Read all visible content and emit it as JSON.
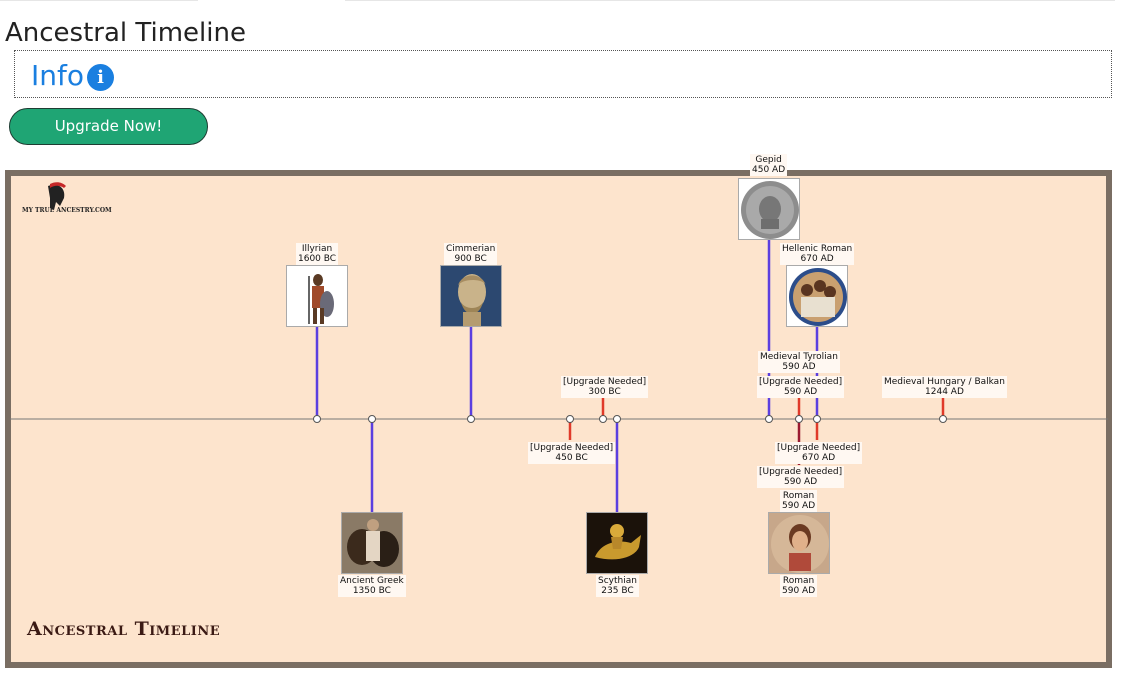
{
  "page": {
    "title": "Ancestral Timeline",
    "info_label": "Info",
    "upgrade_label": "Upgrade Now!"
  },
  "timeline": {
    "logo_text": "MY TRUE ANCESTRY.COM",
    "brand_footer": "Ancestral Timeline",
    "colors": {
      "background": "#fde4cd",
      "frame": "#7a6e63",
      "era_line": "#5b3fe0",
      "upgrade_line": "#e03a2a"
    },
    "events": [
      {
        "name": "Illyrian",
        "date": "1600 BC",
        "locked": false,
        "position": "above",
        "image": "warrior-figure"
      },
      {
        "name": "Ancient Greek",
        "date": "1350 BC",
        "locked": false,
        "position": "below",
        "image": "greek-warrior"
      },
      {
        "name": "Cimmerian",
        "date": "900 BC",
        "locked": false,
        "position": "above",
        "image": "bust-statue"
      },
      {
        "name": "[Upgrade Needed]",
        "date": "450 BC",
        "locked": true,
        "position": "below"
      },
      {
        "name": "[Upgrade Needed]",
        "date": "300 BC",
        "locked": true,
        "position": "above"
      },
      {
        "name": "Scythian",
        "date": "235 BC",
        "locked": false,
        "position": "below",
        "image": "golden-horseman"
      },
      {
        "name": "Gepid",
        "date": "450 AD",
        "locked": false,
        "position": "above",
        "image": "silver-coin"
      },
      {
        "name": "Medieval Tyrolian",
        "date": "590 AD",
        "locked": false,
        "position": "above"
      },
      {
        "name": "[Upgrade Needed]",
        "date": "590 AD",
        "locked": true,
        "position": "above"
      },
      {
        "name": "[Upgrade Needed]",
        "date": "590 AD",
        "locked": true,
        "position": "below"
      },
      {
        "name": "Roman",
        "date": "590 AD",
        "locked": false,
        "position": "below"
      },
      {
        "name": "Roman",
        "date": "590 AD",
        "locked": false,
        "position": "below",
        "image": "roman-fresco"
      },
      {
        "name": "Hellenic Roman",
        "date": "670 AD",
        "locked": false,
        "position": "above",
        "image": "family-portrait"
      },
      {
        "name": "[Upgrade Needed]",
        "date": "670 AD",
        "locked": true,
        "position": "below"
      },
      {
        "name": "Medieval Hungary / Balkan",
        "date": "1244 AD",
        "locked": true,
        "position": "above"
      }
    ]
  }
}
